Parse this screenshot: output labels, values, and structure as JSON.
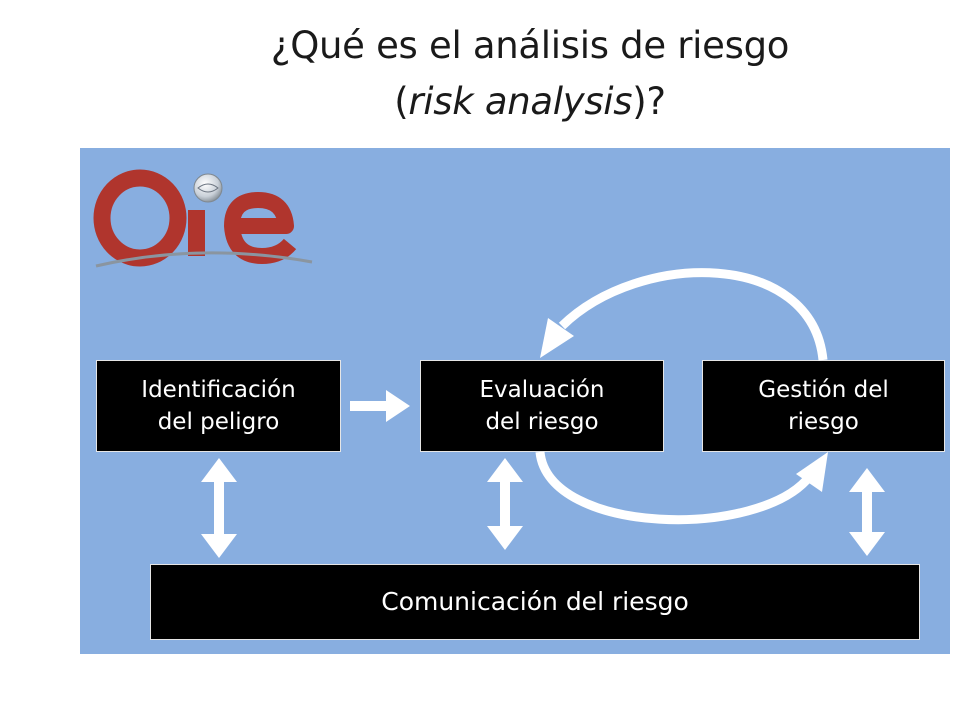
{
  "title": {
    "line1": "¿Qué es el análisis de  riesgo",
    "line2_open": "(",
    "line2_italic": "risk analysis",
    "line2_close": ")?"
  },
  "logo": {
    "text": "OIE"
  },
  "boxes": {
    "identificacion": "Identificación\ndel peligro",
    "evaluacion": "Evaluación\ndel riesgo",
    "gestion": "Gestión del\nriesgo",
    "comunicacion": "Comunicación del riesgo"
  },
  "colors": {
    "panel": "#88aee0",
    "box_fill": "#000000",
    "box_text": "#ffffff",
    "arrow": "#ffffff",
    "logo_red": "#b0352d",
    "logo_globe": "#d8dde2"
  }
}
